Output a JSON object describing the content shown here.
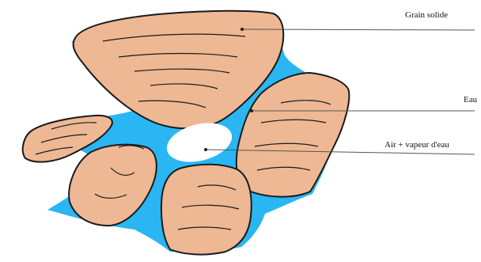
{
  "labels": {
    "grain_solide": "Grain solide",
    "eau": "Eau",
    "air_vapeur": "Air + vapeur d'eau"
  },
  "colors": {
    "water": "#29B6F2",
    "grain_fill": "#EEB894",
    "grain_stroke": "#1a1a1a",
    "air": "#ffffff",
    "leader_line": "#555555"
  }
}
